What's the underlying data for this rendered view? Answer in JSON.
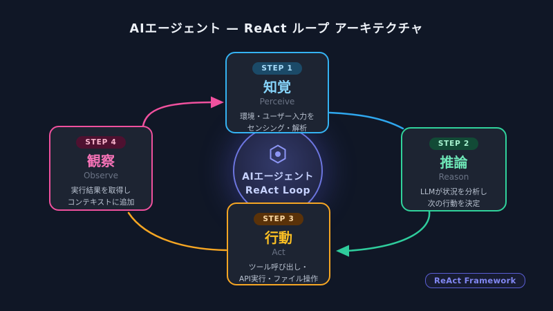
{
  "title": "AIエージェント — ReAct ループ アーキテクチャ",
  "center": {
    "line1": "AIエージェント",
    "line2": "ReAct Loop",
    "icon": "hexagon-icon",
    "accent": "#6d76e0",
    "text_color": "#c7d2fe"
  },
  "nodes": [
    {
      "id": "perceive",
      "badge": "STEP 1",
      "title": "知覚",
      "subtitle": "Perceive",
      "desc1": "環境・ユーザー入力を",
      "desc2": "センシング・解析",
      "accent": "#35b3f3",
      "title_color": "#86d4fa",
      "badge_bg": "#1b4a68",
      "badge_text": "#a8dcfa"
    },
    {
      "id": "reason",
      "badge": "STEP 2",
      "title": "推論",
      "subtitle": "Reason",
      "desc1": "LLMが状況を分析し",
      "desc2": "次の行動を決定",
      "accent": "#30d39c",
      "title_color": "#6ee7b7",
      "badge_bg": "#124a36",
      "badge_text": "#a7f3d0"
    },
    {
      "id": "act",
      "badge": "STEP 3",
      "title": "行動",
      "subtitle": "Act",
      "desc1": "ツール呼び出し・",
      "desc2": "API実行・ファイル操作",
      "accent": "#f6a623",
      "title_color": "#fbbf24",
      "badge_bg": "#5a3209",
      "badge_text": "#fcd9a4"
    },
    {
      "id": "observe",
      "badge": "STEP 4",
      "title": "観察",
      "subtitle": "Observe",
      "desc1": "実行結果を取得し",
      "desc2": "コンテキストに追加",
      "accent": "#f0519e",
      "title_color": "#f472b6",
      "badge_bg": "#4e1130",
      "badge_text": "#fbb6ce"
    }
  ],
  "connectors": [
    {
      "from": "observe",
      "to": "perceive",
      "color": "#f0519e",
      "arrowhead": true
    },
    {
      "from": "perceive",
      "to": "reason",
      "color": "#2fa7ee",
      "arrowhead": false
    },
    {
      "from": "reason",
      "to": "act",
      "color": "#2fcc9c",
      "arrowhead": true
    },
    {
      "from": "act",
      "to": "observe",
      "color": "#f6a623",
      "arrowhead": false
    }
  ],
  "footer_badge": "ReAct Framework",
  "background_color": "#101726"
}
